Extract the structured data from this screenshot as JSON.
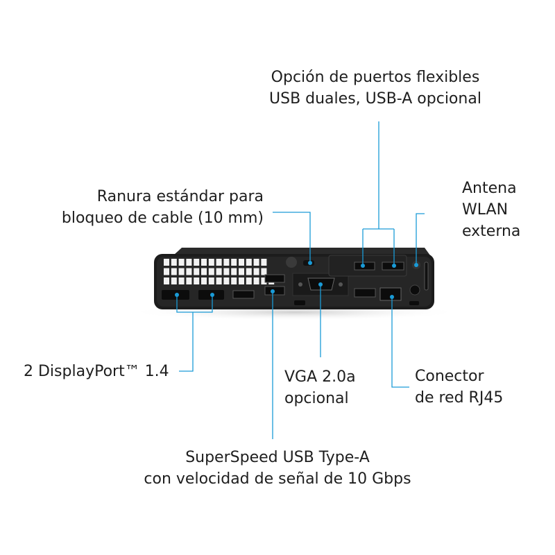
{
  "accent_color": "#1a9bd7",
  "callouts": {
    "flex_ports": [
      "Opción de puertos flexibles",
      "USB duales, USB-A opcional"
    ],
    "cable_lock": [
      "Ranura estándar para",
      "bloqueo de cable (10 mm)"
    ],
    "antenna": [
      "Antena",
      "WLAN",
      "externa"
    ],
    "displayport": [
      "2 DisplayPort™ 1.4"
    ],
    "vga": [
      "VGA 2.0a",
      "opcional"
    ],
    "rj45": [
      "Conector",
      "de red RJ45"
    ],
    "usb_superspeed": [
      "SuperSpeed USB Type-A",
      "con velocidad de señal de 10 Gbps"
    ]
  }
}
